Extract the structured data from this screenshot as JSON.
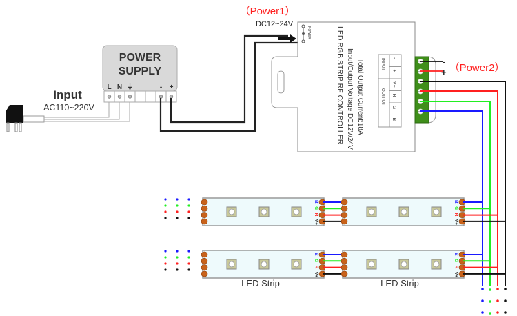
{
  "title": "LED RGB Strip RF Controller Wiring Diagram",
  "colors": {
    "wire_black": "#111111",
    "wire_red": "#ff2020",
    "wire_green": "#22ee22",
    "wire_blue": "#1a1aff",
    "label_red": "#ff2020",
    "terminal_green": "#3f8f1a",
    "psu_fill": "#d9d9d9",
    "strip_fill": "#eefafc",
    "pad_orange": "#c8621a",
    "led_fill": "#c8c89a"
  },
  "input": {
    "title": "Input",
    "voltage": "AC110~220V"
  },
  "power_supply": {
    "title_line1": "POWER",
    "title_line2": "SUPPLY",
    "terminals": [
      "L",
      "N",
      "⏚",
      "",
      "",
      "-",
      "+"
    ]
  },
  "power1": {
    "label": "（Power1）",
    "voltage": "DC12~24V",
    "jack_label": "POWER"
  },
  "controller": {
    "line1": "LED RGB STRIP RF CONTROLLER",
    "line2": "Input/Output Voltage DC12V/24V",
    "line3": "Total Output Current:18A",
    "input_group": "INPUT",
    "output_group": "OUTPUT",
    "input_pins": [
      "-",
      "+"
    ],
    "output_pins": [
      "V+",
      "R",
      "G",
      "B"
    ]
  },
  "power2": {
    "label": "（Power2）",
    "minus": "-",
    "plus": "+"
  },
  "strips": [
    {
      "label": "",
      "pins": [
        "B",
        "G",
        "R",
        "V+"
      ]
    },
    {
      "label": "",
      "pins": [
        "B",
        "G",
        "R",
        "V+"
      ]
    },
    {
      "label": "LED Strip",
      "pins": [
        "B",
        "G",
        "R",
        "V+"
      ]
    },
    {
      "label": "LED Strip",
      "pins": [
        "B",
        "G",
        "R",
        "V+"
      ]
    }
  ],
  "strip_labels": [
    "LED Strip",
    "LED Strip"
  ]
}
